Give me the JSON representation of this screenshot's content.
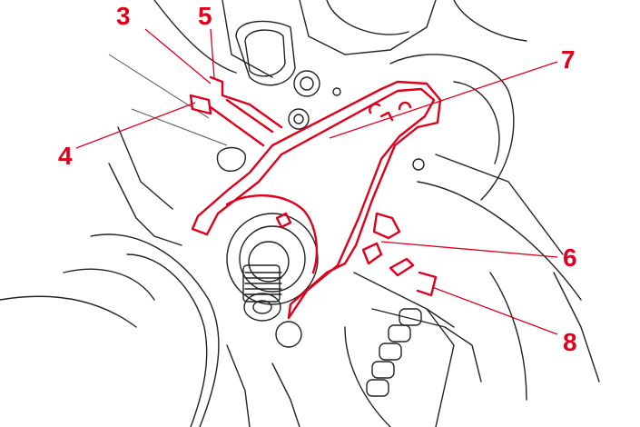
{
  "diagram": {
    "callouts": [
      {
        "id": "3",
        "label": "3"
      },
      {
        "id": "5",
        "label": "5"
      },
      {
        "id": "7",
        "label": "7"
      },
      {
        "id": "4",
        "label": "4"
      },
      {
        "id": "6",
        "label": "6"
      },
      {
        "id": "8",
        "label": "8"
      }
    ]
  },
  "colors": {
    "highlight": "#e0001b",
    "outline": "#222222",
    "background": "#ffffff"
  }
}
